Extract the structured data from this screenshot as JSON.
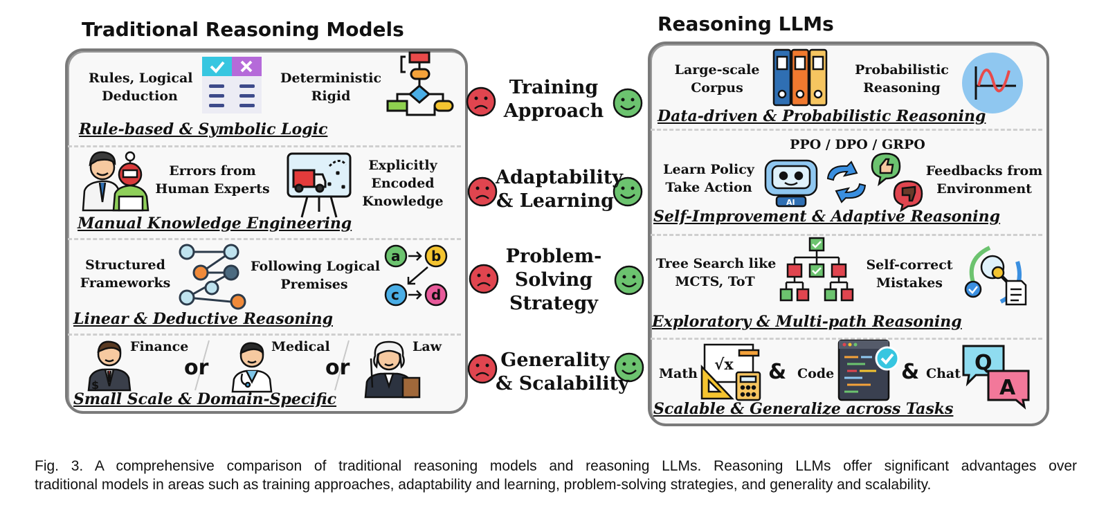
{
  "left_title": "Traditional Reasoning Models",
  "right_title": "Reasoning LLMs",
  "center": [
    {
      "line1": "Training",
      "line2": "Approach"
    },
    {
      "line1": "Adaptability",
      "line2": "& Learning"
    },
    {
      "line1": "Problem-",
      "line2": "Solving",
      "line3": "Strategy"
    },
    {
      "line1": "Generality",
      "line2": "& Scalability"
    }
  ],
  "left": {
    "r1": {
      "a1": "Rules, Logical",
      "a2": "Deduction",
      "b1": "Deterministic",
      "b2": "Rigid",
      "label": "Rule-based & Symbolic Logic"
    },
    "r2": {
      "a1": "Errors from",
      "a2": "Human Experts",
      "b1": "Explicitly",
      "b2": "Encoded",
      "b3": "Knowledge",
      "label": "Manual Knowledge Engineering"
    },
    "r3": {
      "a1": "Structured",
      "a2": "Frameworks",
      "b1": "Following Logical",
      "b2": "Premises",
      "label": "Linear & Deductive Reasoning"
    },
    "r4": {
      "d1": "Finance",
      "d2": "Medical",
      "d3": "Law",
      "or": "or",
      "label": "Small Scale & Domain-Specific"
    }
  },
  "right": {
    "r1": {
      "a1": "Large-scale",
      "a2": "Corpus",
      "b1": "Probabilistic",
      "b2": "Reasoning",
      "label": "Data-driven & Probabilistic Reasoning"
    },
    "r2": {
      "algos": "PPO / DPO / GRPO",
      "a1": "Learn Policy",
      "a2": "Take Action",
      "b1": "Feedbacks from",
      "b2": "Environment",
      "ai": "AI",
      "label": "Self-Improvement  & Adaptive Reasoning"
    },
    "r3": {
      "a1": "Tree Search like",
      "a2": "MCTS, ToT",
      "b1": "Self-correct",
      "b2": "Mistakes",
      "label": "Exploratory & Multi-path Reasoning"
    },
    "r4": {
      "t1": "Math",
      "t2": "Code",
      "t3": "Chat",
      "amp": "&",
      "q": "Q",
      "a": "A",
      "label": "Scalable & Generalize across Tasks"
    }
  },
  "caption": {
    "line1": "Fig. 3. A comprehensive comparison of traditional reasoning models and reasoning LLMs. Reasoning LLMs offer significant advantages over",
    "line2": "traditional models in areas such as training approaches, adaptability and learning, problem-solving strategies, and generality and scalability."
  },
  "colors": {
    "sad": "#e0454f",
    "happy": "#6cc36f",
    "border": "#7a7a7a"
  }
}
